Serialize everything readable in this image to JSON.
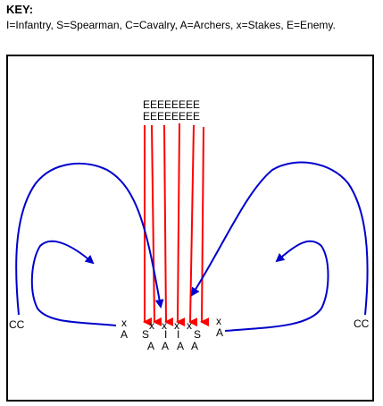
{
  "key": {
    "title": "KEY:",
    "text": "I=Infantry, S=Spearman, C=Cavalry, A=Archers, x=Stakes, E=Enemy."
  },
  "diagram": {
    "enemy_rows": [
      "EEEEEEEE",
      "EEEEEEEE"
    ],
    "cavalry_left": "CC",
    "cavalry_right": "CC",
    "stake_marker": "x",
    "archer_marker": "A",
    "spearman_marker": "S",
    "infantry_marker": "I",
    "colors": {
      "enemy_arrows": "#ff0000",
      "cavalry_arrows": "#0000cc",
      "frame": "#000000"
    }
  }
}
